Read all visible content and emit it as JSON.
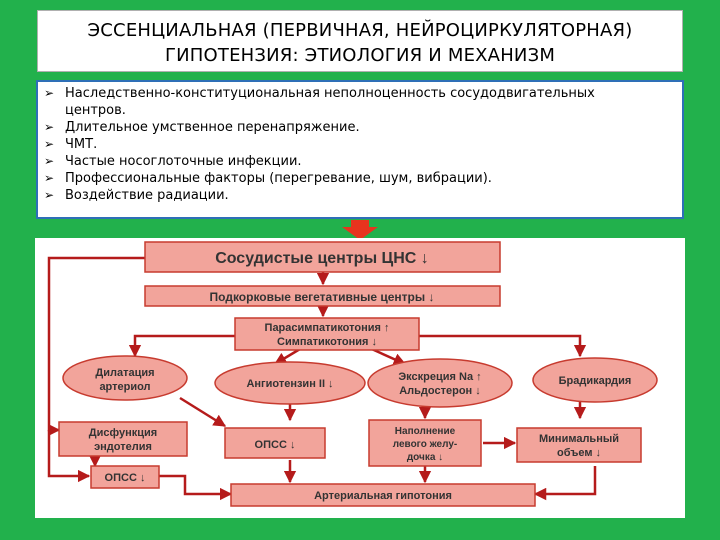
{
  "title": {
    "line1": "ЭССЕНЦИАЛЬНАЯ (ПЕРВИЧНАЯ, НЕЙРОЦИРКУЛЯТОРНАЯ)",
    "line2": "ГИПОТЕНЗИЯ: ЭТИОЛОГИЯ И МЕХАНИЗМ"
  },
  "etiology": [
    {
      "lines": [
        "Наследственно-конституциональная неполноценность сосудодвигательных",
        "центров."
      ]
    },
    {
      "lines": [
        "Длительное умственное перенапряжение."
      ]
    },
    {
      "lines": [
        "ЧМТ."
      ]
    },
    {
      "lines": [
        "Частые носоглоточные инфекции."
      ]
    },
    {
      "lines": [
        "Профессиональные факторы (перегревание, шум, вибрации)."
      ]
    },
    {
      "lines": [
        "Воздействие радиации."
      ]
    }
  ],
  "bullet_glyph": "➢",
  "diagram": {
    "cns": "Сосудистые центры ЦНС ↓",
    "subcortical": "Подкорковые вегетативные центры ↓",
    "para_line1": "Парасимпатикотония ↑",
    "para_line2": "Симпатикотония ↓",
    "dilation_line1": "Дилатация",
    "dilation_line2": "артериол",
    "angiotensin": "Ангиотензин II ↓",
    "excretion_line1": "Экскреция Na ↑",
    "excretion_line2": "Альдостерон ↓",
    "bradycardia": "Брадикардия",
    "dysfunction_line1": "Дисфункция",
    "dysfunction_line2": "эндотелия",
    "opss_mid": "ОПСС ↓",
    "filling_line1": "Наполнение",
    "filling_line2": "левого желу-",
    "filling_line3": "дочка ↓",
    "minimal_line1": "Минимальный",
    "minimal_line2": "объем ↓",
    "opss_left": "ОПСС ↓",
    "hypotension": "Артериальная гипотония"
  },
  "colors": {
    "background": "#22b14c",
    "list_border": "#2e6fb7",
    "box_fill": "#f2a49b",
    "box_border": "#c73b2f",
    "arrow": "#b51b1b",
    "down_arrow": "#e8331e"
  }
}
